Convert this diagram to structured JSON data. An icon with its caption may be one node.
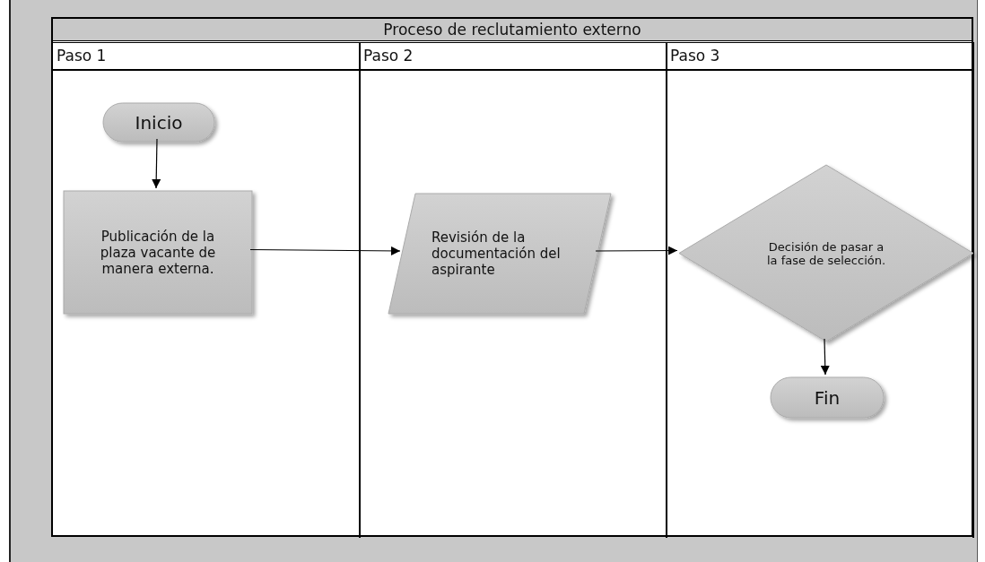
{
  "diagram": {
    "nodes": [
      {
        "text": [
          "Proceso de reclutamiento externo"
        ]
      },
      {
        "text": [
          "Paso 1"
        ],
        "in": 0
      },
      {
        "text": [
          "Paso 2"
        ],
        "in": 0
      },
      {
        "text": [
          "Paso 3"
        ],
        "in": 0
      },
      {
        "text": [
          "Inicio"
        ],
        "in": 1
      },
      {
        "text": [
          "Publicación de la plaza vacante de manera externa."
        ],
        "in": 1
      },
      {
        "text": [
          "Revisión de la documentación del aspirante"
        ],
        "in": 2
      },
      {
        "text": [
          "Decisión de pasar a la fase de selección."
        ],
        "in": 3
      },
      {
        "text": [
          "Fin"
        ],
        "in": 3
      }
    ],
    "edges": [
      {
        "from": 4,
        "to": 5,
        "arrow": "to"
      },
      {
        "from": 5,
        "to": 6,
        "arrow": "to"
      },
      {
        "from": 6,
        "to": 7,
        "arrow": "to"
      },
      {
        "from": 7,
        "to": 8,
        "arrow": "to"
      }
    ]
  }
}
